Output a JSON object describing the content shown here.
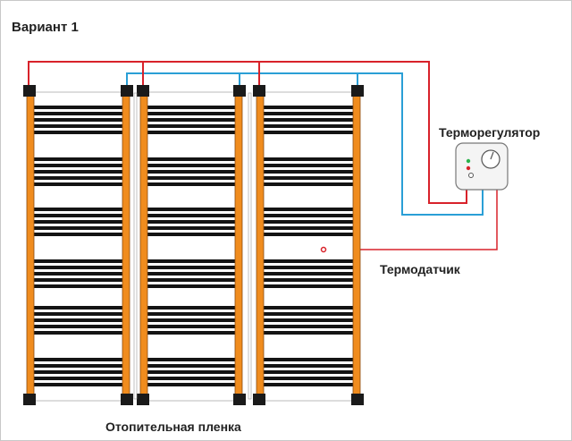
{
  "title": "Вариант 1",
  "labels": {
    "thermostat": "Терморегулятор",
    "sensor": "Термодатчик",
    "film": "Отопительная пленка"
  },
  "colors": {
    "phase_wire": "#d8222a",
    "neutral_wire": "#2a9fd6",
    "busbar": "#f08c1e",
    "busbar_edge": "#8a4a10",
    "heating_strip": "#141414",
    "clamp": "#1a1a1a",
    "thermostat_body": "#f4f4f4",
    "indicator_green": "#2bb24c",
    "indicator_red": "#d8222a"
  },
  "film_panels": 3,
  "icons": [
    "thermostat-knob-icon",
    "indicator-light-icon",
    "sensor-probe-icon"
  ]
}
